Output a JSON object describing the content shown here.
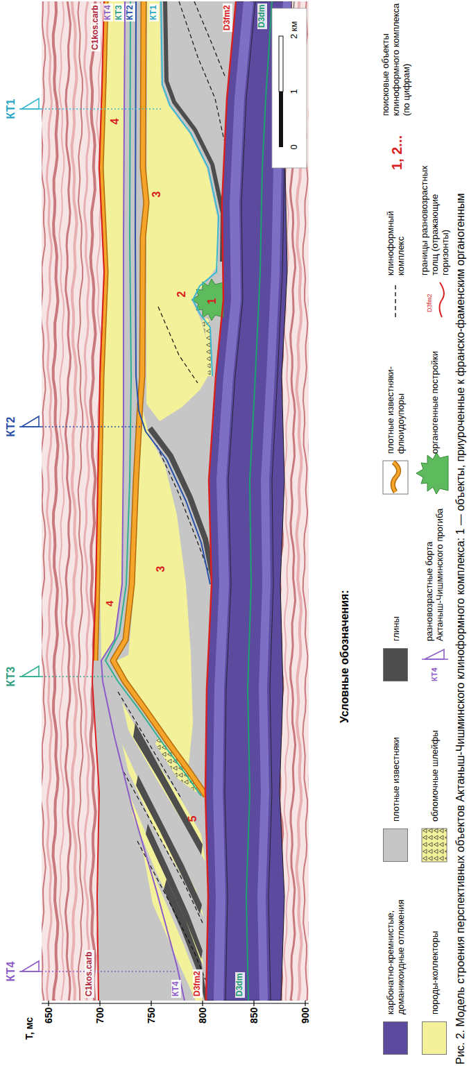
{
  "diagram": {
    "caption": "Рис. 2. Модель строения перспективных объектов Актаныш-Чишминского клиноформного комплекса: 1 — объекты, приуроченные к франско-фаменским органогенным",
    "labels": [
      "Т, мс",
      "650",
      "700",
      "750",
      "800",
      "850",
      "900",
      "C1kos.carb",
      "КТ4",
      "D3fm2",
      "D3dm",
      "C1kos.carb",
      "КТ4",
      "КТ3",
      "КТ2",
      "КТ1",
      "D3fm2",
      "D3dm",
      "КТ1",
      "КТ2",
      "КТ3",
      "КТ4",
      "4",
      "3",
      "4",
      "3",
      "2",
      "1",
      "5",
      "0",
      "1",
      "2 км",
      "Условные обозначения:",
      "КТ4",
      "1, 2...",
      "D3fm2"
    ],
    "legend": [
      {
        "text": "карбонатно-кремнистые, доманикоидные отложения",
        "color": "#5b4a9e"
      },
      {
        "text": "породы-коллекторы",
        "color": "#f3f29a"
      },
      {
        "text": "плотные известняки",
        "color": "#c6c6c6"
      },
      {
        "text": "обломочные шлейфы"
      },
      {
        "text": "глины",
        "color": "#4d4d4d"
      },
      {
        "text": "разновозрастные борта Актаныш-Чишминского прогиба"
      },
      {
        "text": "плотные известняки-флюидоупоры"
      },
      {
        "text": "органогенные постройки"
      },
      {
        "text": "клиноформный комплекс"
      },
      {
        "text": "границы разновозрастных толщ (отражающие горизонты)"
      },
      {
        "text": "поисковые объекты клиноформного комплекса (по цифрам)"
      }
    ]
  }
}
